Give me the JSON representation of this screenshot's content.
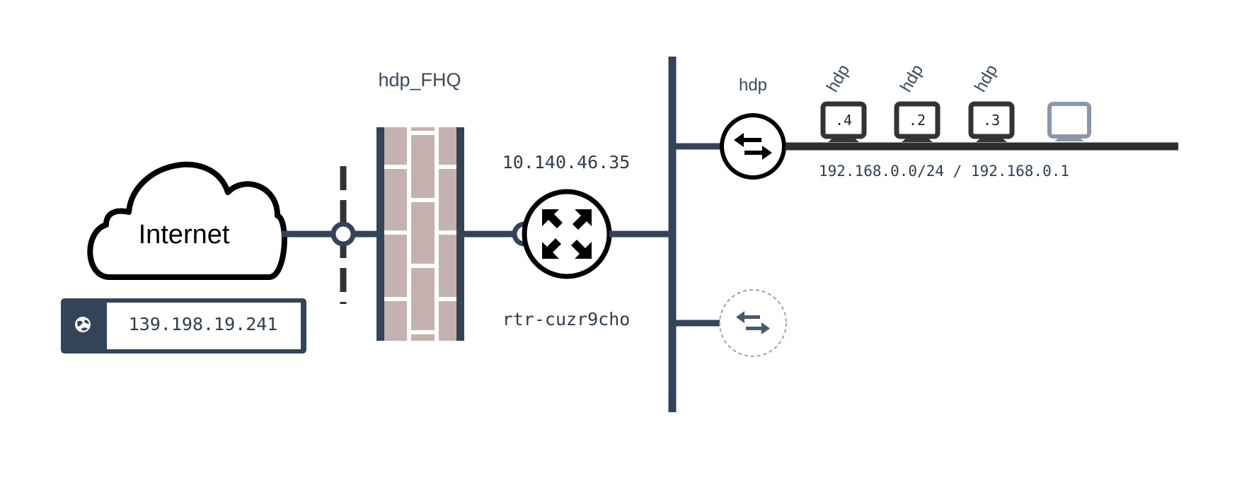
{
  "internet": {
    "label": "Internet",
    "public_ip": "139.198.19.241",
    "ip_icon": "globe-icon"
  },
  "firewall": {
    "name": "hdp_FHQ",
    "icon": "firewall-brick-icon"
  },
  "router": {
    "ip": "10.140.46.35",
    "id": "rtr-cuzr9cho",
    "icon": "router-arrows-icon"
  },
  "vxnet": {
    "name": "hdp",
    "cidr_gateway": "192.168.0.0/24 / 192.168.0.1",
    "switch_icon": "switch-arrows-icon"
  },
  "hosts": [
    {
      "name": "hdp",
      "ip_suffix": ".4",
      "icon": "monitor-icon"
    },
    {
      "name": "hdp",
      "ip_suffix": ".2",
      "icon": "monitor-icon"
    },
    {
      "name": "hdp",
      "ip_suffix": ".3",
      "icon": "monitor-icon"
    },
    {
      "name": "",
      "ip_suffix": "",
      "icon": "monitor-icon"
    }
  ],
  "unused_switch": {
    "icon": "switch-arrows-icon"
  },
  "colors": {
    "line": "#334458",
    "host_line": "#2f2f2f",
    "firewall_brick": "#c4b1b0",
    "monitor_dark": "#333333",
    "monitor_empty": "#8b98a8",
    "dashed_circle": "#8fa5bb"
  }
}
